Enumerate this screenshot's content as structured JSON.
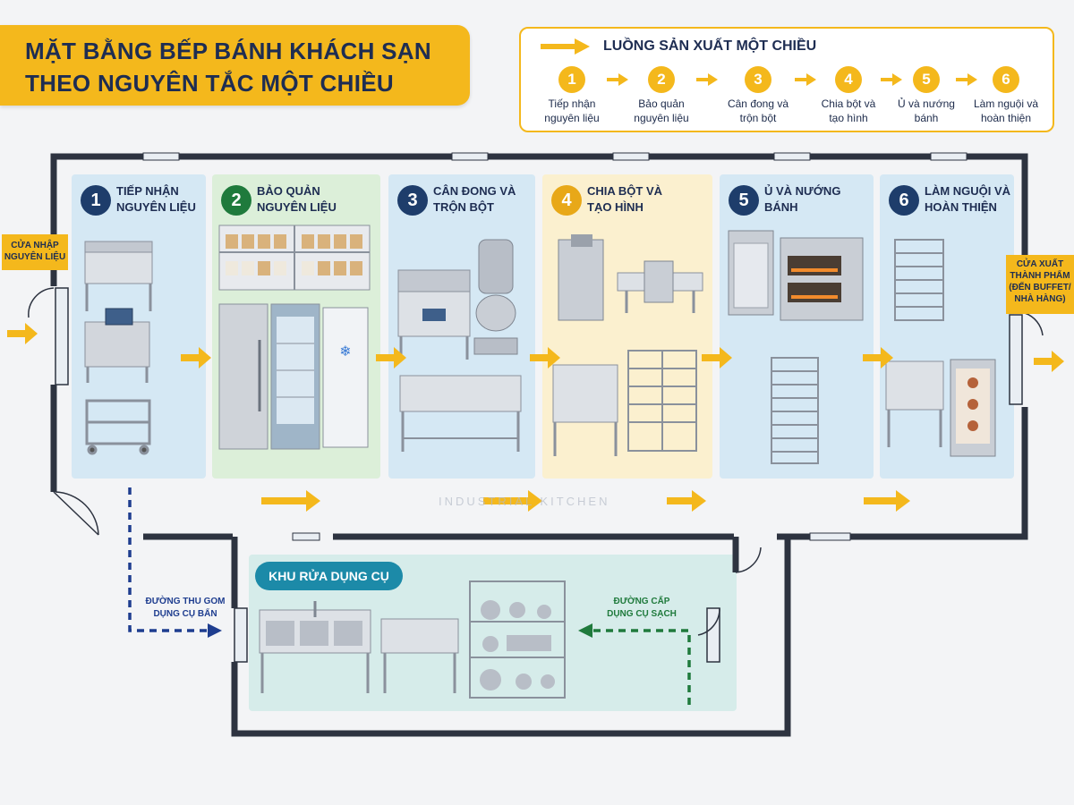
{
  "title": {
    "line1": "MẶT BẰNG BẾP BÁNH KHÁCH SẠN",
    "line2": "THEO NGUYÊN TẮC MỘT CHIỀU"
  },
  "legend": {
    "heading": "LUỒNG SẢN XUẤT MỘT CHIỀU",
    "steps": [
      {
        "num": "1",
        "label": "Tiếp nhận\nnguyên liệu"
      },
      {
        "num": "2",
        "label": "Bảo quản\nnguyên liệu"
      },
      {
        "num": "3",
        "label": "Cân đong và\ntrộn bột"
      },
      {
        "num": "4",
        "label": "Chia bột và\ntạo hình"
      },
      {
        "num": "5",
        "label": "Ủ và nướng\nbánh"
      },
      {
        "num": "6",
        "label": "Làm nguội và\nhoàn thiện"
      }
    ]
  },
  "zones": [
    {
      "num": "1",
      "label": "TIẾP NHẬN\nNGUYÊN LIỆU",
      "bg": "#d5e8f4",
      "badge": "#1e3d6b"
    },
    {
      "num": "2",
      "label": "BẢO QUẢN\nNGUYÊN LIỆU",
      "bg": "#dcefd9",
      "badge": "#1f7a3c"
    },
    {
      "num": "3",
      "label": "CÂN ĐONG VÀ\nTRỘN BỘT",
      "bg": "#d5e8f4",
      "badge": "#1e3d6b"
    },
    {
      "num": "4",
      "label": "CHIA BỘT VÀ\nTẠO HÌNH",
      "bg": "#fbf0cf",
      "badge": "#e8a818"
    },
    {
      "num": "5",
      "label": "Ủ VÀ NƯỚNG BÁNH",
      "bg": "#d5e8f4",
      "badge": "#1e3d6b"
    },
    {
      "num": "6",
      "label": "LÀM NGUỘI VÀ\nHOÀN THIỆN",
      "bg": "#d5e8f4",
      "badge": "#1e3d6b"
    }
  ],
  "doors": {
    "entry": "CỬA NHẬP\nNGUYÊN LIỆU",
    "exit": "CỬA XUẤT\nTHÀNH PHẨM\n(ĐẾN BUFFET/\nNHÀ HÀNG)"
  },
  "washing": {
    "label": "KHU RỬA DỤNG CỤ",
    "dirty_path": "ĐƯỜNG THU GOM\nDỤNG CỤ BẨN",
    "clean_path": "ĐƯỜNG CẤP\nDỤNG CỤ SẠCH"
  },
  "watermark": "INDUSTRIAL KITCHEN",
  "colors": {
    "accent": "#f4b81c",
    "navy": "#1e2d52",
    "dirty_path": "#1e3d8f",
    "clean_path": "#1f7a3c",
    "wall": "#2d3340",
    "steel": "#c3c8d0"
  }
}
